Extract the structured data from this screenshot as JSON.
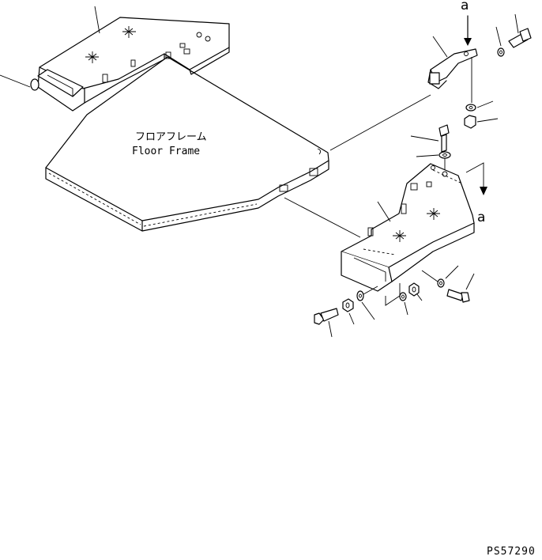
{
  "labels": {
    "floor_frame_jp": "フロアフレーム",
    "floor_frame_en": "Floor Frame",
    "view_marker_top": "a",
    "view_marker_right": "a",
    "drawing_code": "PS57290"
  },
  "icons": {
    "bracket_mark": "cross-hatch-mark",
    "view_arrow": "arrow-down-icon"
  }
}
